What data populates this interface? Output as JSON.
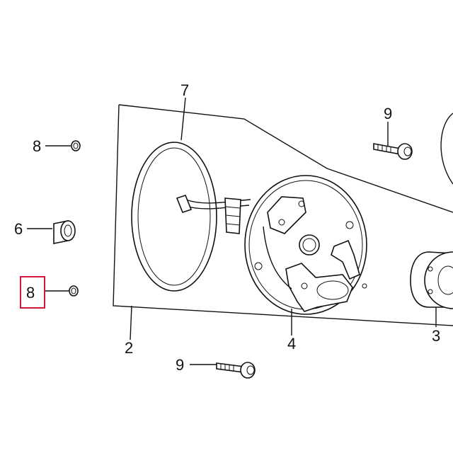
{
  "diagram": {
    "callouts": {
      "part_8_top": "8",
      "part_6": "6",
      "part_8_selected": "8",
      "part_7": "7",
      "part_9_top": "9",
      "part_2": "2",
      "part_4": "4",
      "part_3": "3",
      "part_9_bottom": "9"
    },
    "highlight_color": "#d6163f"
  }
}
